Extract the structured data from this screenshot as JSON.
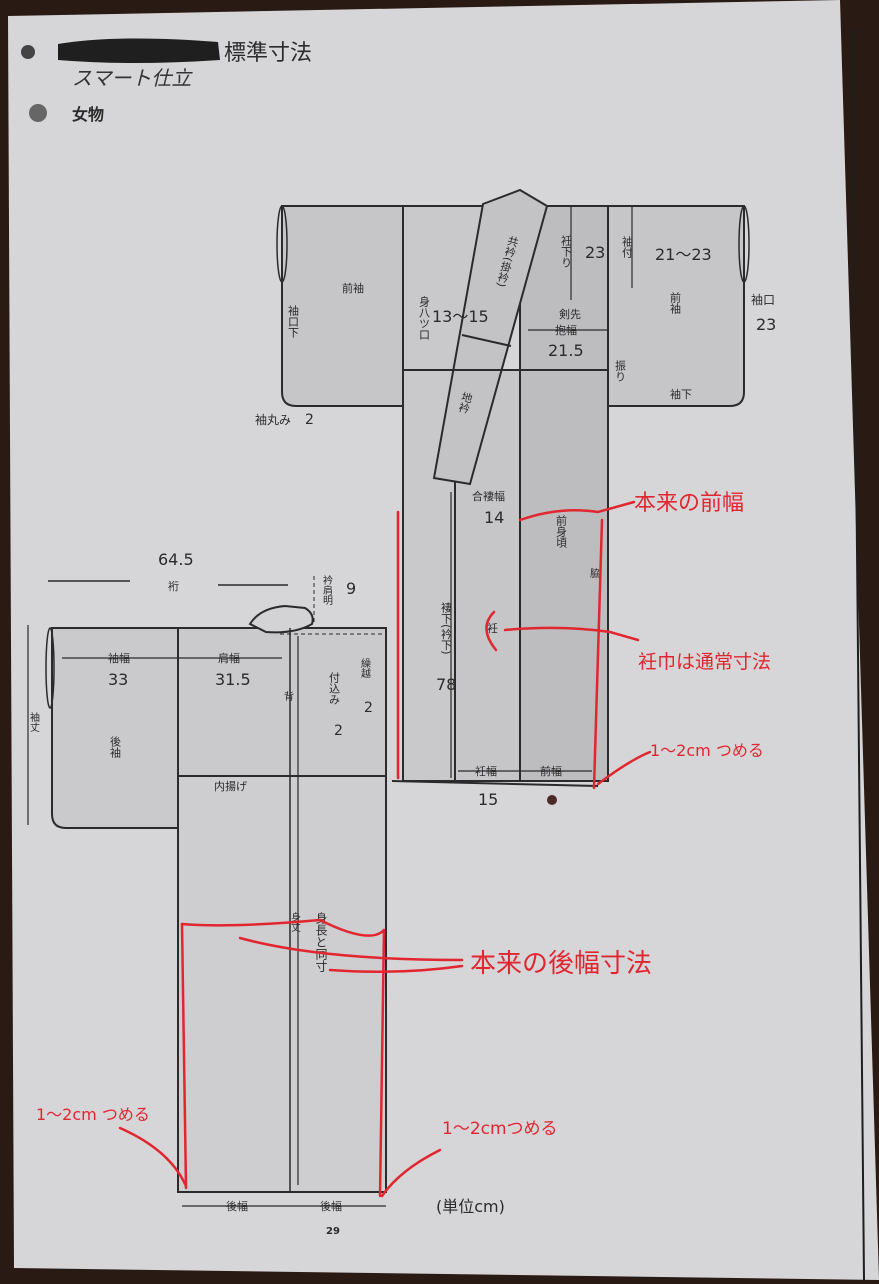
{
  "header": {
    "title": "標準寸法",
    "redacted_prefix": "[redacted]",
    "handwritten_subtitle": "スマート仕立",
    "section_marker": "①",
    "section_label": "女物"
  },
  "front_view": {
    "sleeve_front_left": {
      "name": "前袖",
      "cuff_lower": "袖口下",
      "roundness_label": "袖丸み",
      "roundness_value": "2"
    },
    "body_opening": {
      "label": "身八ツ口",
      "value": "13〜15"
    },
    "collar_upper": "共衿(掛衿)",
    "collar_lower": "地衿",
    "okumi_drop": {
      "label": "衽下り",
      "value": "23"
    },
    "sleeve_attach": {
      "label": "袖付",
      "value": "21〜23"
    },
    "sleeve_front_right": {
      "name": "前袖",
      "bottom": "袖下",
      "furi": "振り"
    },
    "cuff": {
      "label": "袖口",
      "value": "23"
    },
    "collar_tip": "剣先",
    "chest_width": {
      "label": "抱幅",
      "value": "21.5"
    },
    "overlap_width": {
      "label": "合褄幅",
      "value": "14"
    },
    "front_body": "前身頃",
    "side": "脇",
    "okumi": "衽",
    "hem_to_collar": {
      "label": "褄下(衿下)",
      "value": "78"
    },
    "okumi_width": {
      "label": "衽幅",
      "value": "15"
    },
    "front_width": {
      "label": "前幅"
    }
  },
  "back_view": {
    "yuki": {
      "label": "裄",
      "value": "64.5"
    },
    "collar_opening": {
      "label": "衿肩明",
      "value": "9"
    },
    "sleeve_width": {
      "label": "袖幅",
      "value": "33"
    },
    "shoulder_width": {
      "label": "肩幅",
      "value": "31.5"
    },
    "sleeve_length": "袖丈",
    "back_sleeve": "後袖",
    "back_seam": "背",
    "attach_in": {
      "label": "付込み",
      "value": "2"
    },
    "kurikoshi": {
      "label": "繰越",
      "value": "2"
    },
    "inner_tuck": "内揚げ",
    "body_height_label": "身丈",
    "body_height_note": "身長と同寸",
    "back_width_left": "後幅",
    "back_width_right": "後幅"
  },
  "annotations": {
    "original_front_width": "本来の前幅",
    "okumi_standard": "衽巾は通常寸法",
    "trim_front": "1〜2cm つめる",
    "original_back_width": "本来の後幅寸法",
    "trim_back_left": "1〜2cm つめる",
    "trim_back_right": "1〜2cmつめる"
  },
  "footer": {
    "unit": "(単位cm)",
    "page_number": "29"
  },
  "colors": {
    "paper": "#d9d8da",
    "panel": "#c9c8ca",
    "ink": "#2b2b2b",
    "red_pen": "#e2262f",
    "background": "#2a1a14"
  }
}
